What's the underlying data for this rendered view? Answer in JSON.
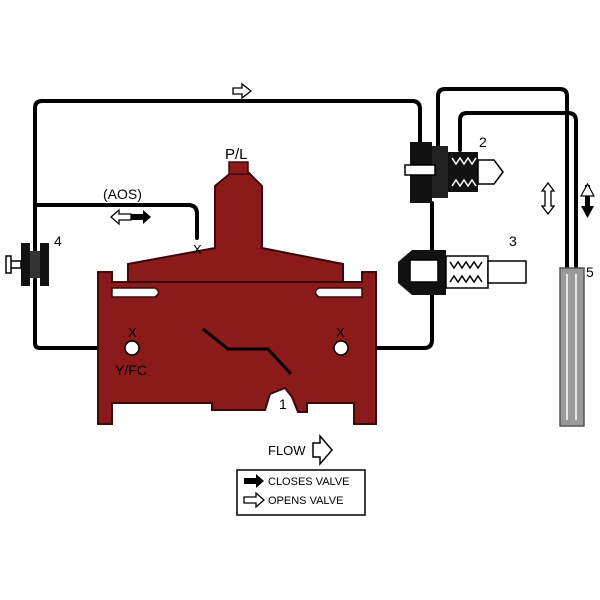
{
  "diagram": {
    "labels": {
      "pl": "P/L",
      "aos": "(AOS)",
      "yfc": "Y/FC",
      "flow": "FLOW",
      "port_left": "X",
      "port_right": "X",
      "port_top": "X",
      "num_1": "1",
      "num_2": "2",
      "num_3": "3",
      "num_4": "4",
      "num_5": "5"
    },
    "legend": {
      "closes": "CLOSES VALVE",
      "opens": "OPENS VALVE"
    },
    "colors": {
      "valve_body": "#8b1a1a",
      "valve_outline": "#3a0a0a",
      "piping": "#000000",
      "tube": "#9a9a9a",
      "background": "#ffffff"
    }
  }
}
